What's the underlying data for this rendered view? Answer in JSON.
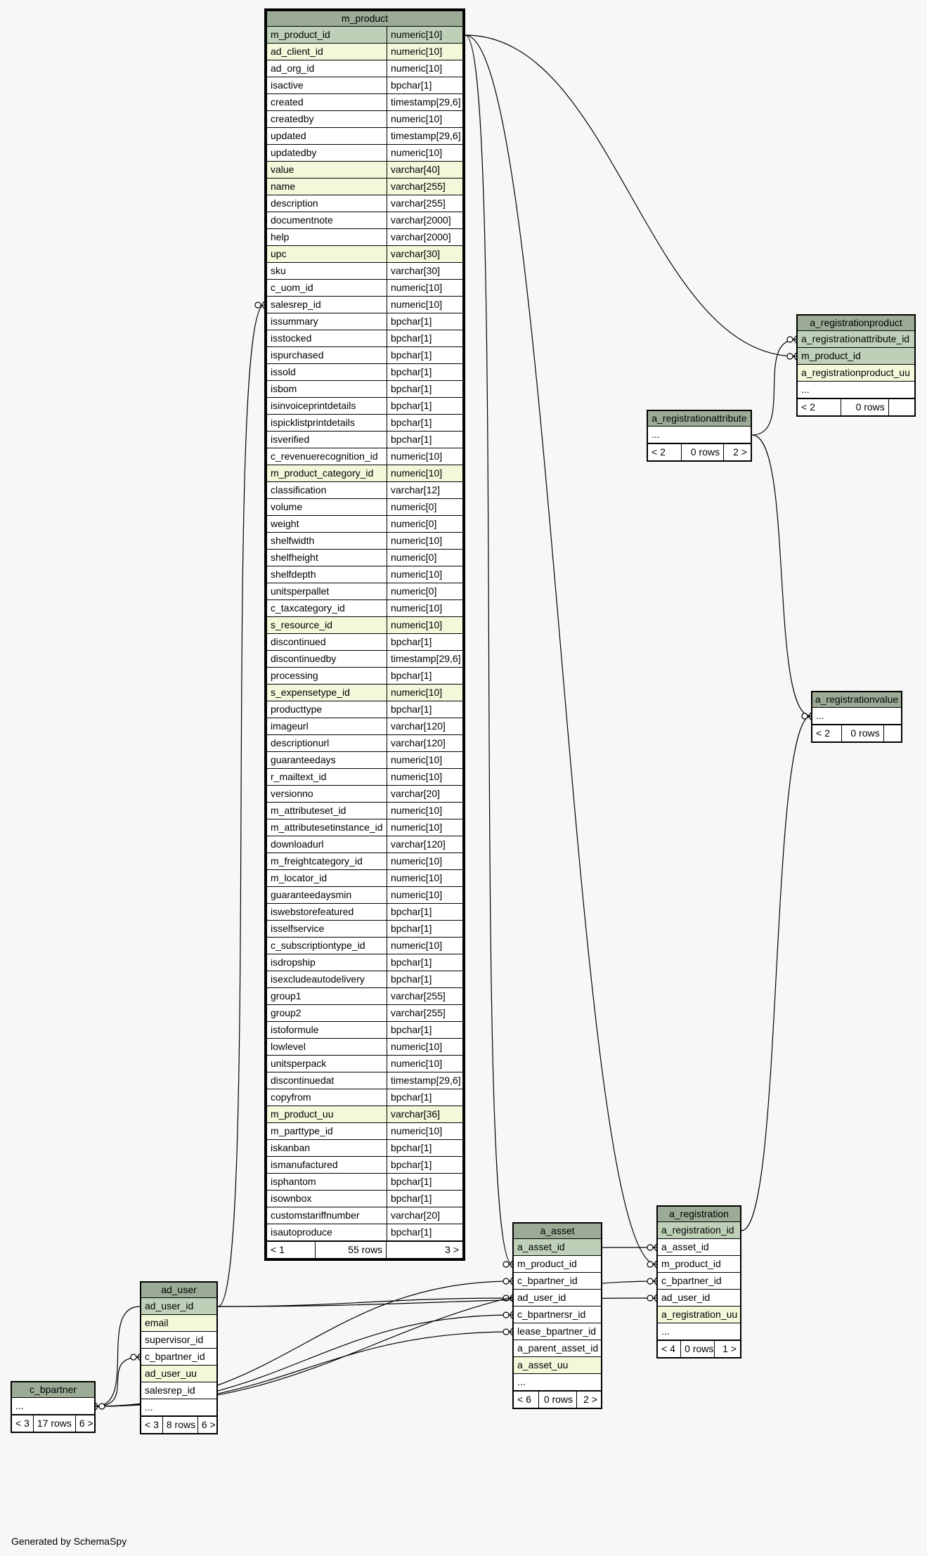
{
  "generated_by": "Generated by SchemaSpy",
  "tables": [
    {
      "id": "m_product",
      "name": "m_product",
      "focus": true,
      "columns": [
        {
          "name": "m_product_id",
          "type": "numeric[10]",
          "kind": "pk"
        },
        {
          "name": "ad_client_id",
          "type": "numeric[10]",
          "kind": "idx"
        },
        {
          "name": "ad_org_id",
          "type": "numeric[10]",
          "kind": ""
        },
        {
          "name": "isactive",
          "type": "bpchar[1]",
          "kind": ""
        },
        {
          "name": "created",
          "type": "timestamp[29,6]",
          "kind": ""
        },
        {
          "name": "createdby",
          "type": "numeric[10]",
          "kind": ""
        },
        {
          "name": "updated",
          "type": "timestamp[29,6]",
          "kind": ""
        },
        {
          "name": "updatedby",
          "type": "numeric[10]",
          "kind": ""
        },
        {
          "name": "value",
          "type": "varchar[40]",
          "kind": "idx"
        },
        {
          "name": "name",
          "type": "varchar[255]",
          "kind": "idx"
        },
        {
          "name": "description",
          "type": "varchar[255]",
          "kind": ""
        },
        {
          "name": "documentnote",
          "type": "varchar[2000]",
          "kind": ""
        },
        {
          "name": "help",
          "type": "varchar[2000]",
          "kind": ""
        },
        {
          "name": "upc",
          "type": "varchar[30]",
          "kind": "idx"
        },
        {
          "name": "sku",
          "type": "varchar[30]",
          "kind": ""
        },
        {
          "name": "c_uom_id",
          "type": "numeric[10]",
          "kind": ""
        },
        {
          "name": "salesrep_id",
          "type": "numeric[10]",
          "kind": ""
        },
        {
          "name": "issummary",
          "type": "bpchar[1]",
          "kind": ""
        },
        {
          "name": "isstocked",
          "type": "bpchar[1]",
          "kind": ""
        },
        {
          "name": "ispurchased",
          "type": "bpchar[1]",
          "kind": ""
        },
        {
          "name": "issold",
          "type": "bpchar[1]",
          "kind": ""
        },
        {
          "name": "isbom",
          "type": "bpchar[1]",
          "kind": ""
        },
        {
          "name": "isinvoiceprintdetails",
          "type": "bpchar[1]",
          "kind": ""
        },
        {
          "name": "ispicklistprintdetails",
          "type": "bpchar[1]",
          "kind": ""
        },
        {
          "name": "isverified",
          "type": "bpchar[1]",
          "kind": ""
        },
        {
          "name": "c_revenuerecognition_id",
          "type": "numeric[10]",
          "kind": ""
        },
        {
          "name": "m_product_category_id",
          "type": "numeric[10]",
          "kind": "idx"
        },
        {
          "name": "classification",
          "type": "varchar[12]",
          "kind": ""
        },
        {
          "name": "volume",
          "type": "numeric[0]",
          "kind": ""
        },
        {
          "name": "weight",
          "type": "numeric[0]",
          "kind": ""
        },
        {
          "name": "shelfwidth",
          "type": "numeric[10]",
          "kind": ""
        },
        {
          "name": "shelfheight",
          "type": "numeric[0]",
          "kind": ""
        },
        {
          "name": "shelfdepth",
          "type": "numeric[10]",
          "kind": ""
        },
        {
          "name": "unitsperpallet",
          "type": "numeric[0]",
          "kind": ""
        },
        {
          "name": "c_taxcategory_id",
          "type": "numeric[10]",
          "kind": ""
        },
        {
          "name": "s_resource_id",
          "type": "numeric[10]",
          "kind": "idx"
        },
        {
          "name": "discontinued",
          "type": "bpchar[1]",
          "kind": ""
        },
        {
          "name": "discontinuedby",
          "type": "timestamp[29,6]",
          "kind": ""
        },
        {
          "name": "processing",
          "type": "bpchar[1]",
          "kind": ""
        },
        {
          "name": "s_expensetype_id",
          "type": "numeric[10]",
          "kind": "idx"
        },
        {
          "name": "producttype",
          "type": "bpchar[1]",
          "kind": ""
        },
        {
          "name": "imageurl",
          "type": "varchar[120]",
          "kind": ""
        },
        {
          "name": "descriptionurl",
          "type": "varchar[120]",
          "kind": ""
        },
        {
          "name": "guaranteedays",
          "type": "numeric[10]",
          "kind": ""
        },
        {
          "name": "r_mailtext_id",
          "type": "numeric[10]",
          "kind": ""
        },
        {
          "name": "versionno",
          "type": "varchar[20]",
          "kind": ""
        },
        {
          "name": "m_attributeset_id",
          "type": "numeric[10]",
          "kind": ""
        },
        {
          "name": "m_attributesetinstance_id",
          "type": "numeric[10]",
          "kind": ""
        },
        {
          "name": "downloadurl",
          "type": "varchar[120]",
          "kind": ""
        },
        {
          "name": "m_freightcategory_id",
          "type": "numeric[10]",
          "kind": ""
        },
        {
          "name": "m_locator_id",
          "type": "numeric[10]",
          "kind": ""
        },
        {
          "name": "guaranteedaysmin",
          "type": "numeric[10]",
          "kind": ""
        },
        {
          "name": "iswebstorefeatured",
          "type": "bpchar[1]",
          "kind": ""
        },
        {
          "name": "isselfservice",
          "type": "bpchar[1]",
          "kind": ""
        },
        {
          "name": "c_subscriptiontype_id",
          "type": "numeric[10]",
          "kind": ""
        },
        {
          "name": "isdropship",
          "type": "bpchar[1]",
          "kind": ""
        },
        {
          "name": "isexcludeautodelivery",
          "type": "bpchar[1]",
          "kind": ""
        },
        {
          "name": "group1",
          "type": "varchar[255]",
          "kind": ""
        },
        {
          "name": "group2",
          "type": "varchar[255]",
          "kind": ""
        },
        {
          "name": "istoformule",
          "type": "bpchar[1]",
          "kind": ""
        },
        {
          "name": "lowlevel",
          "type": "numeric[10]",
          "kind": ""
        },
        {
          "name": "unitsperpack",
          "type": "numeric[10]",
          "kind": ""
        },
        {
          "name": "discontinuedat",
          "type": "timestamp[29,6]",
          "kind": ""
        },
        {
          "name": "copyfrom",
          "type": "bpchar[1]",
          "kind": ""
        },
        {
          "name": "m_product_uu",
          "type": "varchar[36]",
          "kind": "idx"
        },
        {
          "name": "m_parttype_id",
          "type": "numeric[10]",
          "kind": ""
        },
        {
          "name": "iskanban",
          "type": "bpchar[1]",
          "kind": ""
        },
        {
          "name": "ismanufactured",
          "type": "bpchar[1]",
          "kind": ""
        },
        {
          "name": "isphantom",
          "type": "bpchar[1]",
          "kind": ""
        },
        {
          "name": "isownbox",
          "type": "bpchar[1]",
          "kind": ""
        },
        {
          "name": "customstariffnumber",
          "type": "varchar[20]",
          "kind": ""
        },
        {
          "name": "isautoproduce",
          "type": "bpchar[1]",
          "kind": ""
        }
      ],
      "footer": [
        "< 1",
        "55 rows",
        "3 >"
      ]
    },
    {
      "id": "a_registrationproduct",
      "name": "a_registrationproduct",
      "columns": [
        {
          "name": "a_registrationattribute_id",
          "type": "",
          "kind": "pk"
        },
        {
          "name": "m_product_id",
          "type": "",
          "kind": "pk"
        },
        {
          "name": "a_registrationproduct_uu",
          "type": "",
          "kind": "idx"
        },
        {
          "name": "...",
          "type": "",
          "kind": ""
        }
      ],
      "footer": [
        "< 2",
        "0 rows",
        ""
      ]
    },
    {
      "id": "a_registrationattribute",
      "name": "a_registrationattribute",
      "columns": [
        {
          "name": "...",
          "type": "",
          "kind": ""
        }
      ],
      "footer": [
        "< 2",
        "0 rows",
        "2 >"
      ]
    },
    {
      "id": "a_registrationvalue",
      "name": "a_registrationvalue",
      "columns": [
        {
          "name": "...",
          "type": "",
          "kind": ""
        }
      ],
      "footer": [
        "< 2",
        "0 rows",
        ""
      ]
    },
    {
      "id": "a_asset",
      "name": "a_asset",
      "columns": [
        {
          "name": "a_asset_id",
          "type": "",
          "kind": "pk"
        },
        {
          "name": "m_product_id",
          "type": "",
          "kind": ""
        },
        {
          "name": "c_bpartner_id",
          "type": "",
          "kind": ""
        },
        {
          "name": "ad_user_id",
          "type": "",
          "kind": ""
        },
        {
          "name": "c_bpartnersr_id",
          "type": "",
          "kind": ""
        },
        {
          "name": "lease_bpartner_id",
          "type": "",
          "kind": ""
        },
        {
          "name": "a_parent_asset_id",
          "type": "",
          "kind": ""
        },
        {
          "name": "a_asset_uu",
          "type": "",
          "kind": "idx"
        },
        {
          "name": "...",
          "type": "",
          "kind": ""
        }
      ],
      "footer": [
        "< 6",
        "0 rows",
        "2 >"
      ]
    },
    {
      "id": "a_registration",
      "name": "a_registration",
      "columns": [
        {
          "name": "a_registration_id",
          "type": "",
          "kind": "pk"
        },
        {
          "name": "a_asset_id",
          "type": "",
          "kind": ""
        },
        {
          "name": "m_product_id",
          "type": "",
          "kind": ""
        },
        {
          "name": "c_bpartner_id",
          "type": "",
          "kind": ""
        },
        {
          "name": "ad_user_id",
          "type": "",
          "kind": ""
        },
        {
          "name": "a_registration_uu",
          "type": "",
          "kind": "idx"
        },
        {
          "name": "...",
          "type": "",
          "kind": ""
        }
      ],
      "footer": [
        "< 4",
        "0 rows",
        "1 >"
      ]
    },
    {
      "id": "ad_user",
      "name": "ad_user",
      "columns": [
        {
          "name": "ad_user_id",
          "type": "",
          "kind": "pk"
        },
        {
          "name": "email",
          "type": "",
          "kind": "idx"
        },
        {
          "name": "supervisor_id",
          "type": "",
          "kind": ""
        },
        {
          "name": "c_bpartner_id",
          "type": "",
          "kind": ""
        },
        {
          "name": "ad_user_uu",
          "type": "",
          "kind": "idx"
        },
        {
          "name": "salesrep_id",
          "type": "",
          "kind": ""
        },
        {
          "name": "...",
          "type": "",
          "kind": ""
        }
      ],
      "footer": [
        "< 3",
        "8 rows",
        "6 >"
      ]
    },
    {
      "id": "c_bpartner",
      "name": "c_bpartner",
      "columns": [
        {
          "name": "...",
          "type": "",
          "kind": ""
        }
      ],
      "footer": [
        "< 3",
        "17 rows",
        "6 >"
      ]
    }
  ],
  "relationships": [
    {
      "from": "m_product.m_product_id",
      "to": "a_registrationproduct.m_product_id"
    },
    {
      "from": "a_registrationattribute",
      "to": "a_registrationproduct.a_registrationattribute_id"
    },
    {
      "from": "a_registrationattribute",
      "to": "a_registrationvalue"
    },
    {
      "from": "a_registration.a_registration_id",
      "to": "a_registrationvalue"
    },
    {
      "from": "m_product.m_product_id",
      "to": "a_asset.m_product_id"
    },
    {
      "from": "m_product.m_product_id",
      "to": "a_registration.m_product_id"
    },
    {
      "from": "a_asset.a_asset_id",
      "to": "a_registration.a_asset_id"
    },
    {
      "from": "ad_user.ad_user_id",
      "to": "m_product.salesrep_id"
    },
    {
      "from": "ad_user.ad_user_id",
      "to": "a_asset.ad_user_id"
    },
    {
      "from": "ad_user.ad_user_id",
      "to": "a_registration.ad_user_id"
    },
    {
      "from": "c_bpartner",
      "to": "ad_user.c_bpartner_id"
    },
    {
      "from": "c_bpartner",
      "to": "a_asset.c_bpartner_id"
    },
    {
      "from": "c_bpartner",
      "to": "a_asset.c_bpartnersr_id"
    },
    {
      "from": "c_bpartner",
      "to": "a_asset.lease_bpartner_id"
    },
    {
      "from": "c_bpartner",
      "to": "a_registration.c_bpartner_id"
    },
    {
      "from": "ad_user.ad_user_id",
      "to": "c_bpartner"
    }
  ]
}
